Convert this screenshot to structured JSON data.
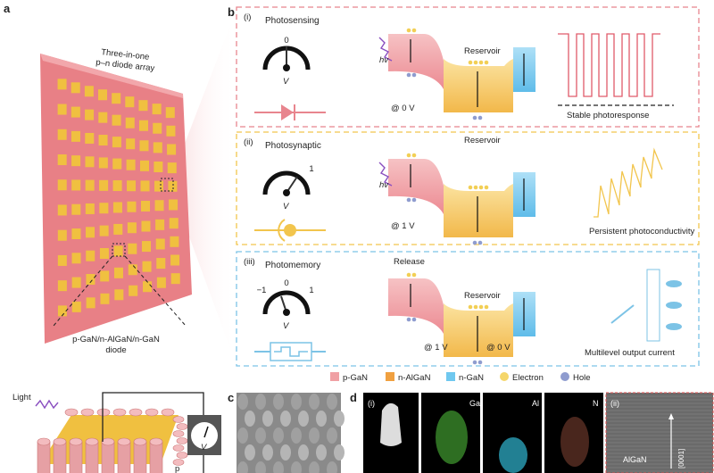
{
  "panel_labels": {
    "a": "a",
    "b": "b",
    "c": "c",
    "d": "d"
  },
  "panel_a": {
    "array_title_line1": "Three-in-one",
    "array_title_line2": "p–n diode array",
    "diode_line1": "p-GaN/n-AlGaN/n-GaN",
    "diode_line2": "diode"
  },
  "modes": [
    {
      "num": "(i)",
      "title": "Photosensing",
      "gauge_labels": [
        "0"
      ],
      "voltage_symbol": "V",
      "hv": "hv",
      "reservoir": "Reservoir",
      "bias": "@ 0 V",
      "response": "Stable photoresponse",
      "color": "#e8858e"
    },
    {
      "num": "(ii)",
      "title": "Photosynaptic",
      "gauge_labels": [
        "1"
      ],
      "voltage_symbol": "V",
      "hv": "hv",
      "reservoir": "Reservoir",
      "bias": "@ 1 V",
      "response": "Persistent photoconductivity",
      "color": "#f2c54d"
    },
    {
      "num": "(iii)",
      "title": "Photomemory",
      "gauge_labels": [
        "−1",
        "0",
        "1"
      ],
      "voltage_symbol": "V",
      "release": "Release",
      "reservoir": "Reservoir",
      "bias1": "@ 1 V",
      "bias2": "@ 0 V",
      "response": "Multilevel output current",
      "color": "#7cc3e6"
    }
  ],
  "legend": [
    {
      "label": "p-GaN",
      "color": "#f0a0a4"
    },
    {
      "label": "n-AlGaN",
      "color": "#f0a040"
    },
    {
      "label": "n-GaN",
      "color": "#6fc8ef"
    },
    {
      "label": "Electron",
      "color": "#f5d66a"
    },
    {
      "label": "Hole",
      "color": "#8f9ccf"
    }
  ],
  "bottom_left": {
    "light": "Light",
    "voltage_symbol": "V",
    "p": "p"
  },
  "panel_d": {
    "sub_i": "(i)",
    "ga": "Ga",
    "al": "Al",
    "n": "N",
    "sub_ii": "(ii)",
    "algan": "AlGaN",
    "direction": "[0001]"
  }
}
